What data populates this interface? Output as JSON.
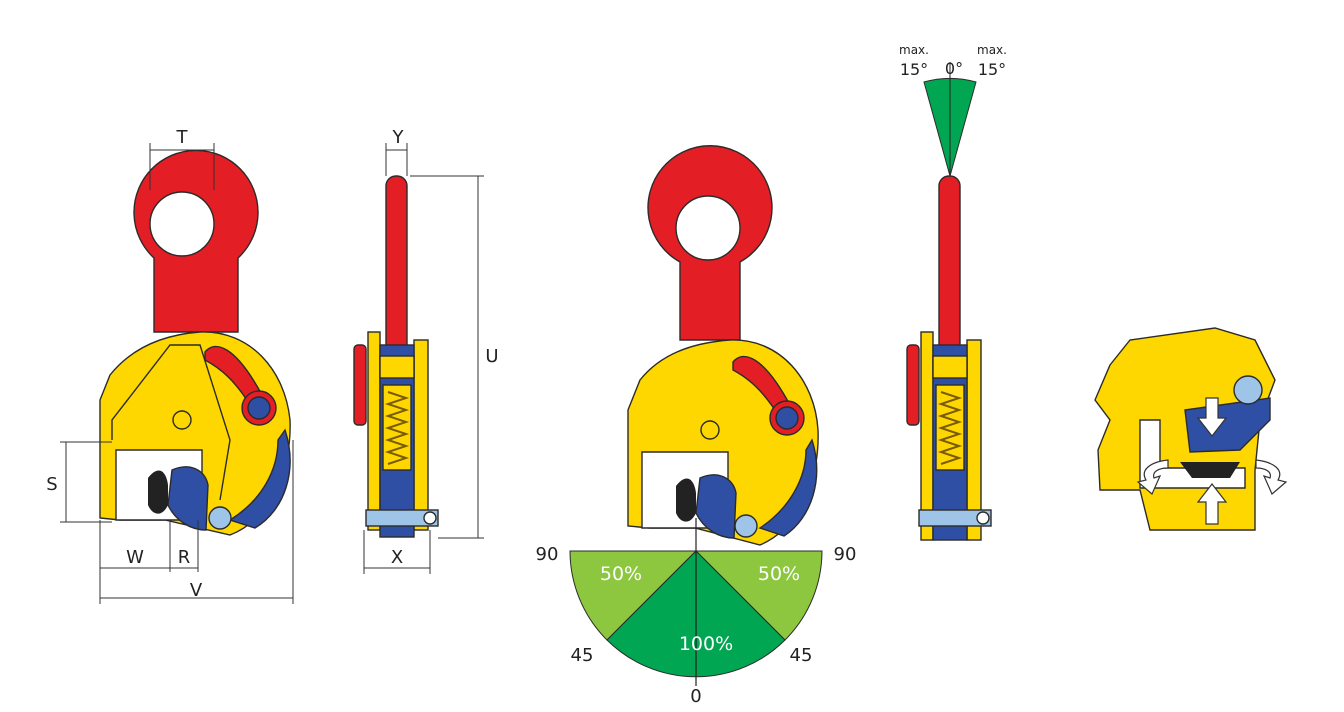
{
  "dimensions": {
    "T": "T",
    "S": "S",
    "W": "W",
    "R": "R",
    "V": "V",
    "Y": "Y",
    "X": "X",
    "U": "U"
  },
  "angle_diagram": {
    "label_max_left": "max.",
    "label_deg_left": "15°",
    "label_zero": "0°",
    "label_max_right": "max.",
    "label_deg_right": "15°"
  },
  "capacity_diagram": {
    "label_90_left": "90",
    "label_90_right": "90",
    "label_45_left": "45",
    "label_45_right": "45",
    "label_0": "0",
    "pct_left": "50%",
    "pct_right": "50%",
    "pct_center": "100%"
  },
  "colors": {
    "body_yellow": "#ffd700",
    "shackle_red": "#e31e24",
    "jaw_blue": "#2e4fa3",
    "pin_light_blue": "#9ec4e8",
    "zone_light_green": "#8dc63f",
    "zone_dark_green": "#00a651"
  }
}
